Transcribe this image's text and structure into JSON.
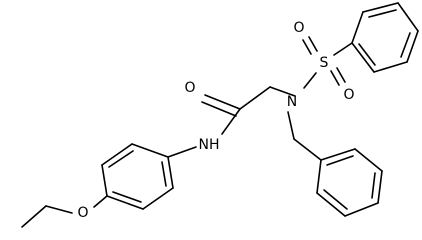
{
  "molecule": {
    "atoms": {
      "o_carbonyl": "O",
      "n_amide": "NH",
      "n_sulfonamide": "N",
      "s_sulfonyl": "S",
      "o_sulfonyl_left": "O",
      "o_sulfonyl_right": "O",
      "o_ether": "O"
    }
  }
}
